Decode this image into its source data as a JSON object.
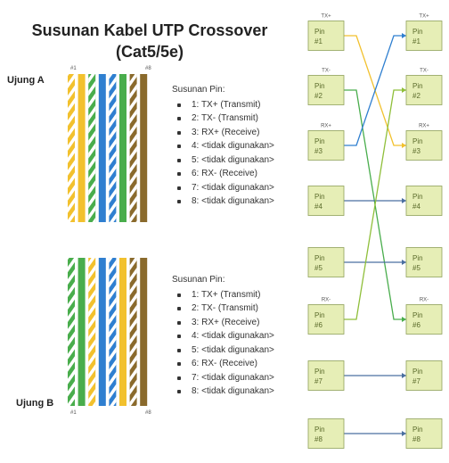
{
  "title_line1": "Susunan Kabel UTP Crossover",
  "title_line2": "(Cat5/5e)",
  "end_a": {
    "label": "Ujung A",
    "marker_first": "#1",
    "marker_last": "#8",
    "wires": [
      {
        "color": "#f2c12e",
        "striped": true
      },
      {
        "color": "#f2c12e",
        "striped": false
      },
      {
        "color": "#49ad4c",
        "striped": true
      },
      {
        "color": "#2f7fd0",
        "striped": false
      },
      {
        "color": "#2f7fd0",
        "striped": true
      },
      {
        "color": "#49ad4c",
        "striped": false
      },
      {
        "color": "#8a6a2c",
        "striped": true
      },
      {
        "color": "#8a6a2c",
        "striped": false
      }
    ]
  },
  "end_b": {
    "label": "Ujung B",
    "marker_first": "#1",
    "marker_last": "#8",
    "wires": [
      {
        "color": "#49ad4c",
        "striped": true
      },
      {
        "color": "#49ad4c",
        "striped": false
      },
      {
        "color": "#f2c12e",
        "striped": true
      },
      {
        "color": "#2f7fd0",
        "striped": false
      },
      {
        "color": "#2f7fd0",
        "striped": true
      },
      {
        "color": "#f2c12e",
        "striped": false
      },
      {
        "color": "#8a6a2c",
        "striped": true
      },
      {
        "color": "#8a6a2c",
        "striped": false
      }
    ]
  },
  "pinlist_a": {
    "heading": "Susunan Pin:",
    "items": [
      "1: TX+ (Transmit)",
      "2: TX- (Transmit)",
      "3: RX+ (Receive)",
      "4: <tidak digunakan>",
      "5: <tidak digunakan>",
      "6: RX- (Receive)",
      "7: <tidak digunakan>",
      "8: <tidak digunakan>"
    ]
  },
  "pinlist_b": {
    "heading": "Susunan Pin:",
    "items": [
      "1: TX+ (Transmit)",
      "2: TX- (Transmit)",
      "3: RX+ (Receive)",
      "4: <tidak digunakan>",
      "5: <tidak digunakan>",
      "6: RX- (Receive)",
      "7: <tidak digunakan>",
      "8: <tidak digunakan>"
    ]
  },
  "pin_box_label": "Pin",
  "left_pins": [
    {
      "num": "#1",
      "tag": "TX+"
    },
    {
      "num": "#2",
      "tag": "TX-"
    },
    {
      "num": "#3",
      "tag": "RX+"
    },
    {
      "num": "#4",
      "tag": ""
    },
    {
      "num": "#5",
      "tag": ""
    },
    {
      "num": "#6",
      "tag": "RX-"
    },
    {
      "num": "#7",
      "tag": ""
    },
    {
      "num": "#8",
      "tag": ""
    }
  ],
  "right_pins": [
    {
      "num": "#1",
      "tag": "TX+"
    },
    {
      "num": "#2",
      "tag": "TX-"
    },
    {
      "num": "#3",
      "tag": "RX+"
    },
    {
      "num": "#4",
      "tag": ""
    },
    {
      "num": "#5",
      "tag": ""
    },
    {
      "num": "#6",
      "tag": "RX-"
    },
    {
      "num": "#7",
      "tag": ""
    },
    {
      "num": "#8",
      "tag": ""
    }
  ],
  "connections": [
    {
      "from": 0,
      "to": 2,
      "color": "#f2c12e"
    },
    {
      "from": 1,
      "to": 5,
      "color": "#49ad4c"
    },
    {
      "from": 2,
      "to": 0,
      "color": "#2f7fd0"
    },
    {
      "from": 3,
      "to": 3,
      "color": "#4a6fa0"
    },
    {
      "from": 4,
      "to": 4,
      "color": "#4a6fa0"
    },
    {
      "from": 5,
      "to": 1,
      "color": "#8fbf3a"
    },
    {
      "from": 6,
      "to": 6,
      "color": "#4a6fa0"
    },
    {
      "from": 7,
      "to": 7,
      "color": "#4a6fa0"
    }
  ],
  "pin_box_fill": "#e6eeb6",
  "pin_box_stroke": "#8fa05a"
}
